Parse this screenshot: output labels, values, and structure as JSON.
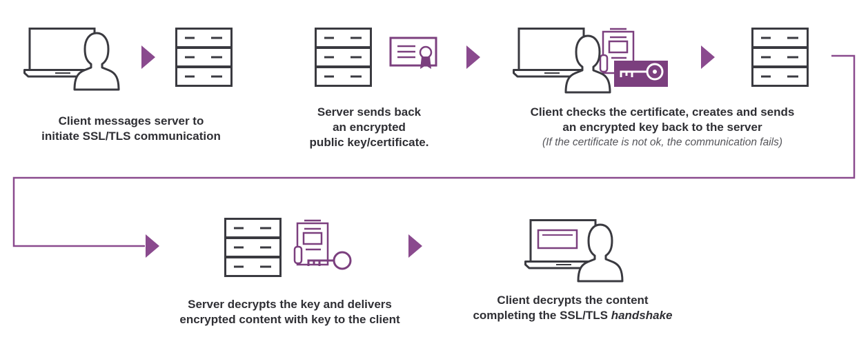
{
  "colors": {
    "icon": "#3a3a40",
    "accent": "#7b3f7e"
  },
  "steps": [
    {
      "icons": [
        "laptop-icon",
        "user-icon",
        "arrow-right-icon",
        "server-icon"
      ],
      "lines": [
        "Client messages server to",
        "initiate SSL/TLS communication"
      ]
    },
    {
      "icons": [
        "server-icon",
        "certificate-icon"
      ],
      "lines": [
        "Server sends back",
        "an encrypted",
        "public key/certificate."
      ]
    },
    {
      "icons": [
        "laptop-icon",
        "user-icon",
        "document-icon",
        "key-icon",
        "arrow-right-icon",
        "server-icon"
      ],
      "lines": [
        "Client checks the certificate, creates and sends",
        "an encrypted key back to the server"
      ],
      "note": "(If the certificate is not ok, the communication fails)"
    },
    {
      "icons": [
        "server-icon",
        "document-icon",
        "key-icon"
      ],
      "lines": [
        "Server decrypts the key and delivers",
        "encrypted content with key to the client"
      ]
    },
    {
      "icons": [
        "laptop-icon",
        "user-icon"
      ],
      "lines": [
        "Client decrypts the content"
      ],
      "line_prefix": "completing the SSL/TLS ",
      "line_emphasis": "handshake"
    }
  ]
}
